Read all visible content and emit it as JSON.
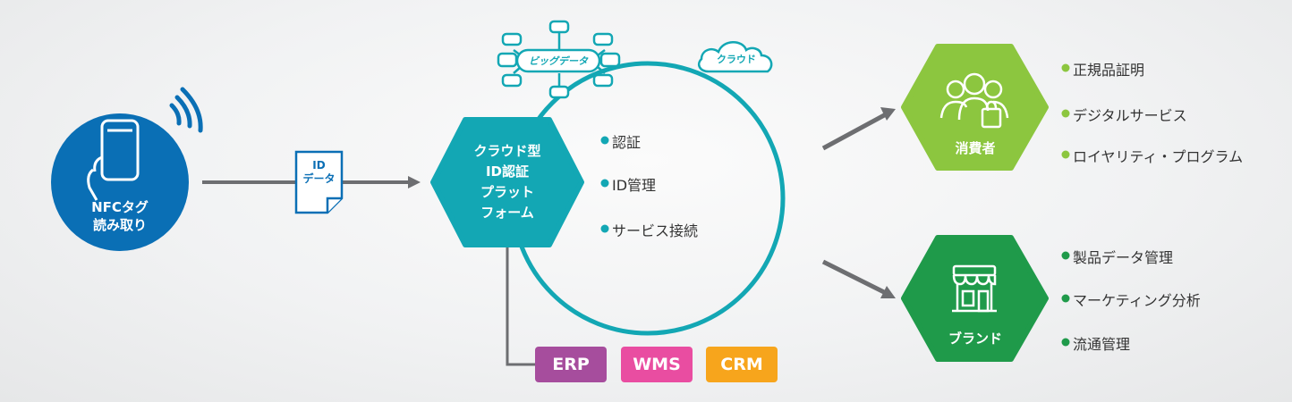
{
  "nfc": {
    "line1": "NFCタグ",
    "line2": "読み取り"
  },
  "id_doc": {
    "line1": "ID",
    "line2": "データ"
  },
  "platform": {
    "line1": "クラウド型",
    "line2": "ID認証",
    "line3": "プラット",
    "line4": "フォーム"
  },
  "cloud_label": "クラウド",
  "bigdata_label": "ビッグデータ",
  "platform_features": [
    "認証",
    "ID管理",
    "サービス接続"
  ],
  "systems": [
    {
      "label": "ERP",
      "color": "#a64d9d"
    },
    {
      "label": "WMS",
      "color": "#e94da1"
    },
    {
      "label": "CRM",
      "color": "#f7a51c"
    }
  ],
  "consumer": {
    "label": "消費者",
    "color": "#8cc63f",
    "items": [
      "正規品証明",
      "デジタルサービス",
      "ロイヤリティ・プログラム"
    ]
  },
  "brand": {
    "label": "ブランド",
    "color": "#1f9a4a",
    "items": [
      "製品データ管理",
      "マーケティング分析",
      "流通管理"
    ]
  },
  "colors": {
    "nfc_blue": "#0a6fb5",
    "teal": "#13a7b4",
    "connector_gray": "#6d6e71"
  }
}
